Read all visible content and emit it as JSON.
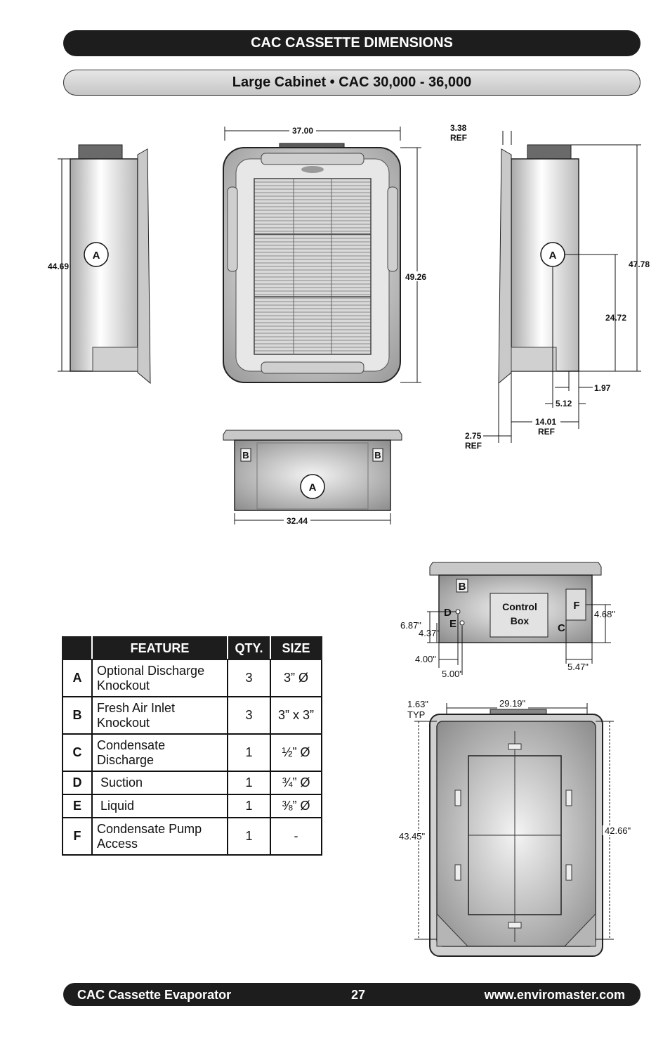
{
  "header": {
    "title": "CAC CASSETTE DIMENSIONS",
    "subtitle": "Large Cabinet • CAC 30,000 - 36,000"
  },
  "drawings": {
    "front_width": "37.00",
    "front_height": "49.26",
    "side_left_height": "44.69",
    "side_right_top_ref": "3.38",
    "side_right_top_ref_label": "REF",
    "side_right_height": "47.78",
    "side_right_mid": "24.72",
    "side_right_d1": "1.97",
    "side_right_d2": "5.12",
    "side_right_d3": "14.01",
    "side_right_d3_label": "REF",
    "side_right_d4": "2.75",
    "side_right_d4_label": "REF",
    "bottom_width": "32.44",
    "callout_a": "A",
    "callout_b": "B",
    "detail_control_box_1": "Control",
    "detail_control_box_2": "Box",
    "detail_b": "B",
    "detail_c": "C",
    "detail_d": "D",
    "detail_e": "E",
    "detail_f": "F",
    "detail_687": "6.87\"",
    "detail_437": "4.37\"",
    "detail_400": "4.00\"",
    "detail_500": "5.00\"",
    "detail_468": "4.68\"",
    "detail_547": "5.47\"",
    "plan_163": "1.63\"",
    "plan_typ": "TYP",
    "plan_2919": "29.19\"",
    "plan_4345": "43.45\"",
    "plan_4266": "42.66\""
  },
  "table": {
    "headers": [
      "FEATURE",
      "QTY.",
      "SIZE"
    ],
    "rows": [
      {
        "letter": "A",
        "feature_1": "Optional Discharge",
        "feature_2": "Knockout",
        "qty": "3",
        "size": "3” Ø"
      },
      {
        "letter": "B",
        "feature_1": "Fresh Air Inlet",
        "feature_2": "Knockout",
        "qty": "3",
        "size": "3” x 3”"
      },
      {
        "letter": "C",
        "feature_1": "Condensate",
        "feature_2": "Discharge",
        "qty": "1",
        "size": "½” Ø"
      },
      {
        "letter": "D",
        "feature_1": "Suction",
        "qty": "1",
        "size": "¾” Ø"
      },
      {
        "letter": "E",
        "feature_1": "Liquid",
        "qty": "1",
        "size": "⅜” Ø"
      },
      {
        "letter": "F",
        "feature_1": "Condensate Pump",
        "feature_2": "Access",
        "qty": "1",
        "size": "-"
      }
    ]
  },
  "footer": {
    "left": "CAC Cassette Evaporator",
    "page": "27",
    "right": "www.enviromaster.com"
  },
  "colors": {
    "banner_dark": "#1d1d1d",
    "banner_light": "#d4d4d4"
  }
}
